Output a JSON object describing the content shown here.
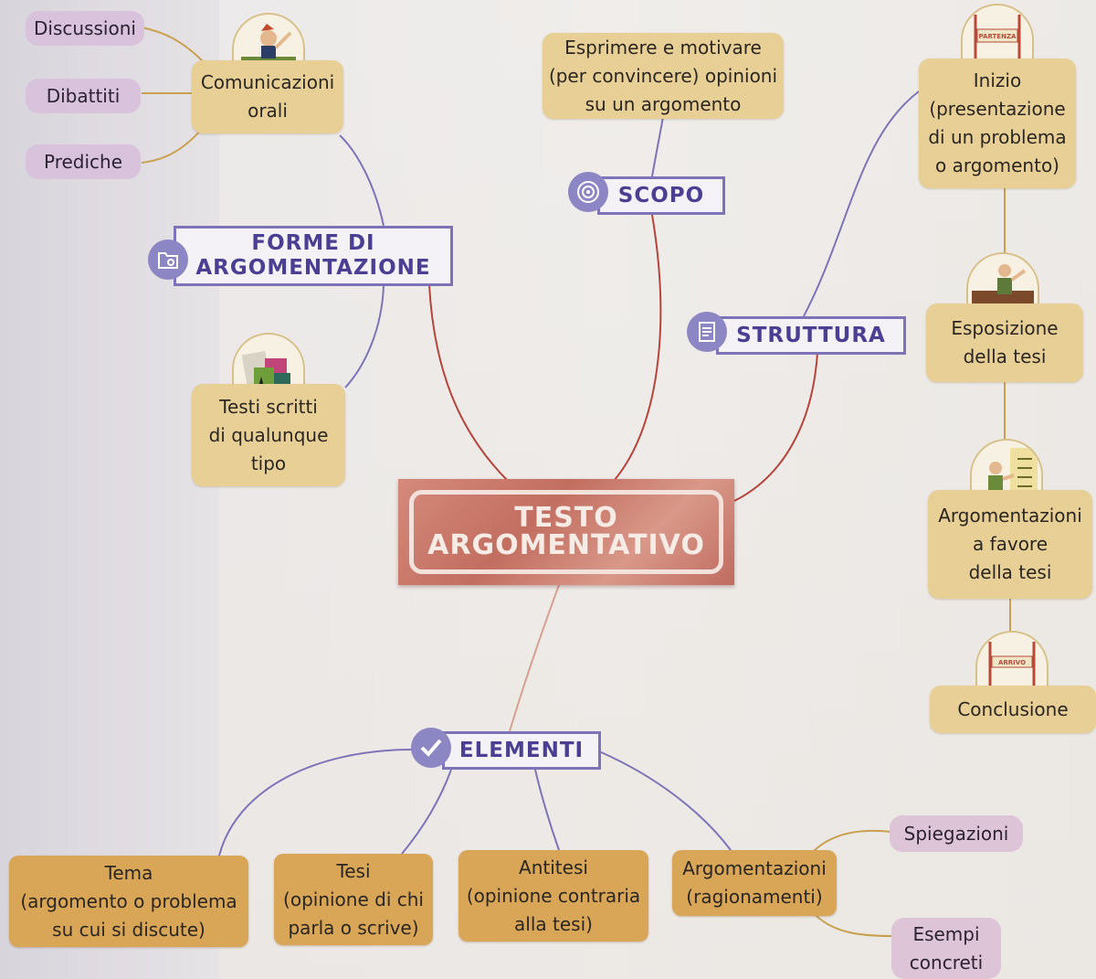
{
  "center": {
    "title": "TESTO\nARGOMENTATIVO"
  },
  "categories": {
    "forme": "FORME DI\nARGOMENTAZIONE",
    "scopo": "SCOPO",
    "struttura": "STRUTTURA",
    "elementi": "ELEMENTI"
  },
  "forme": {
    "orali": "Comunicazioni\norali",
    "scritti": "Testi scritti\ndi qualunque\ntipo",
    "orali_types": [
      "Discussioni",
      "Dibattiti",
      "Prediche"
    ]
  },
  "scopo": {
    "text": "Esprimere e motivare\n(per convincere) opinioni\nsu un argomento"
  },
  "struttura": {
    "inizio": "Inizio\n(presentazione\ndi un problema\no argomento)",
    "esposizione": "Esposizione\ndella tesi",
    "argomentazioni": "Argomentazioni\na favore\ndella tesi",
    "conclusione": "Conclusione",
    "sign_start": "PARTENZA",
    "sign_end": "ARRIVO"
  },
  "elementi": {
    "tema": "Tema\n(argomento o problema\nsu cui si discute)",
    "tesi": "Tesi\n(opinione di chi\nparla o scrive)",
    "antitesi": "Antitesi\n(opinione contraria\nalla tesi)",
    "ragionamenti": "Argomentazioni\n(ragionamenti)",
    "spiegazioni": "Spiegazioni",
    "esempi": "Esempi\nconcreti"
  },
  "colors": {
    "category": "#4a3f93",
    "box": "#e8cf96",
    "element": "#d9a657",
    "center": "#c97a6b"
  }
}
